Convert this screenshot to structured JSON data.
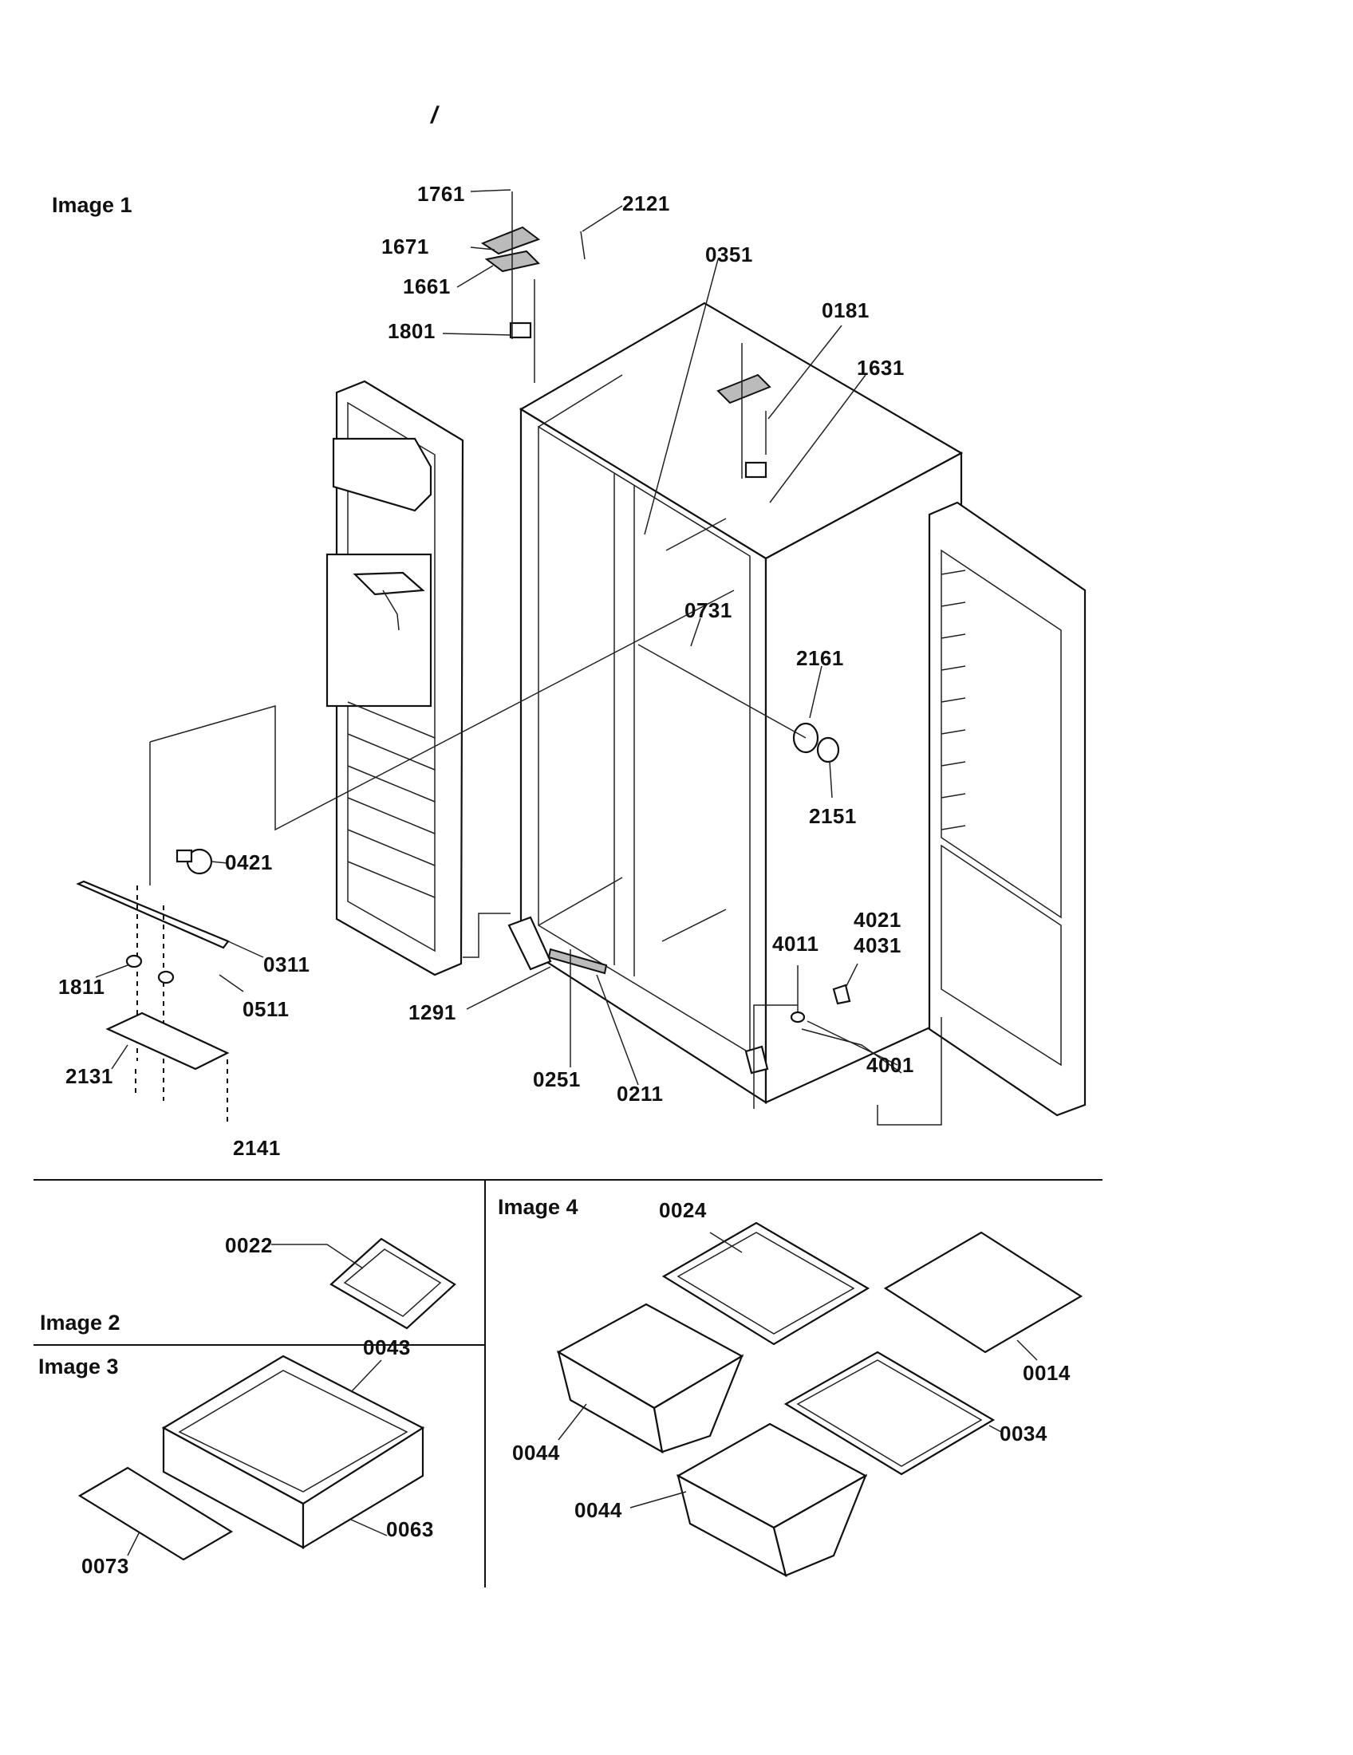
{
  "stray_mark": "/",
  "panels": {
    "image1": {
      "title": "Image 1"
    },
    "image2": {
      "title": "Image 2"
    },
    "image3": {
      "title": "Image 3"
    },
    "image4": {
      "title": "Image 4"
    }
  },
  "callouts": {
    "p1761": "1761",
    "p2121": "2121",
    "p1671": "1671",
    "p1661": "1661",
    "p0351": "0351",
    "p1801": "1801",
    "p0181": "0181",
    "p1631": "1631",
    "p0731": "0731",
    "p2161": "2161",
    "p2151": "2151",
    "p0421": "0421",
    "p0311": "0311",
    "p1811": "1811",
    "p0511": "0511",
    "p1291": "1291",
    "p4011": "4011",
    "p4021": "4021",
    "p4031": "4031",
    "p4001": "4001",
    "p2131": "2131",
    "p0251": "0251",
    "p0211": "0211",
    "p2141": "2141",
    "p0022": "0022",
    "p0024": "0024",
    "p0014": "0014",
    "p0043": "0043",
    "p0044a": "0044",
    "p0044b": "0044",
    "p0034": "0034",
    "p0063": "0063",
    "p0073": "0073"
  }
}
